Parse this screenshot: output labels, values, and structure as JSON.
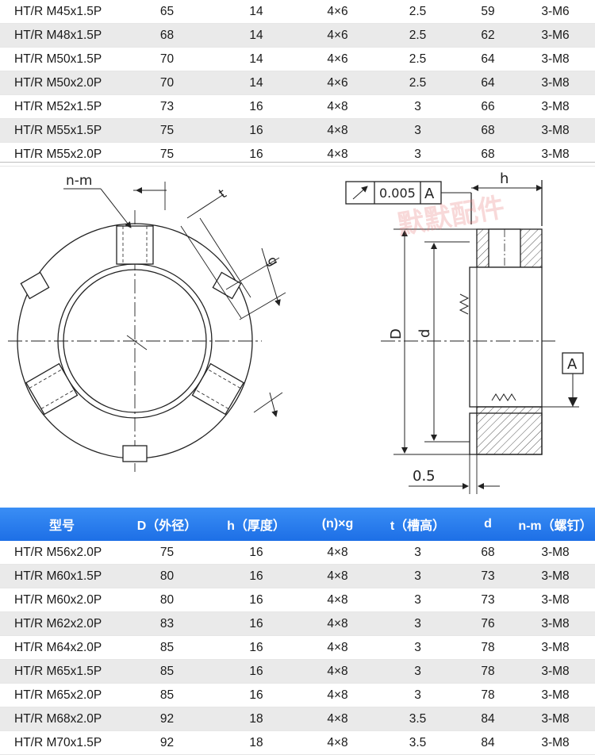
{
  "top_rows": [
    [
      "HT/R M45x1.5P",
      "65",
      "14",
      "4×6",
      "2.5",
      "59",
      "3-M6"
    ],
    [
      "HT/R M48x1.5P",
      "68",
      "14",
      "4×6",
      "2.5",
      "62",
      "3-M6"
    ],
    [
      "HT/R M50x1.5P",
      "70",
      "14",
      "4×6",
      "2.5",
      "64",
      "3-M8"
    ],
    [
      "HT/R M50x2.0P",
      "70",
      "14",
      "4×6",
      "2.5",
      "64",
      "3-M8"
    ],
    [
      "HT/R M52x1.5P",
      "73",
      "16",
      "4×8",
      "3",
      "66",
      "3-M8"
    ],
    [
      "HT/R M55x1.5P",
      "75",
      "16",
      "4×8",
      "3",
      "68",
      "3-M8"
    ],
    [
      "HT/R M55x2.0P",
      "75",
      "16",
      "4×8",
      "3",
      "68",
      "3-M8"
    ]
  ],
  "header": [
    "型号",
    "D（外径）",
    "h（厚度）",
    "(n)×g",
    "t（槽高）",
    "d",
    "n-m（螺钉）"
  ],
  "bottom_rows": [
    [
      "HT/R M56x2.0P",
      "75",
      "16",
      "4×8",
      "3",
      "68",
      "3-M8"
    ],
    [
      "HT/R M60x1.5P",
      "80",
      "16",
      "4×8",
      "3",
      "73",
      "3-M8"
    ],
    [
      "HT/R M60x2.0P",
      "80",
      "16",
      "4×8",
      "3",
      "73",
      "3-M8"
    ],
    [
      "HT/R M62x2.0P",
      "83",
      "16",
      "4×8",
      "3",
      "76",
      "3-M8"
    ],
    [
      "HT/R M64x2.0P",
      "85",
      "16",
      "4×8",
      "3",
      "78",
      "3-M8"
    ],
    [
      "HT/R M65x1.5P",
      "85",
      "16",
      "4×8",
      "3",
      "78",
      "3-M8"
    ],
    [
      "HT/R M65x2.0P",
      "85",
      "16",
      "4×8",
      "3",
      "78",
      "3-M8"
    ],
    [
      "HT/R M68x2.0P",
      "92",
      "18",
      "4×8",
      "3.5",
      "84",
      "3-M8"
    ],
    [
      "HT/R M70x1.5P",
      "92",
      "18",
      "4×8",
      "3.5",
      "84",
      "3-M8"
    ]
  ],
  "drawing": {
    "label_nm": "n-m",
    "label_t": "t",
    "label_g": "g",
    "label_h": "h",
    "tolerance_value": "0.005",
    "datum": "A",
    "datum_box": "A",
    "label_D": "D",
    "label_d": "d",
    "label_05": "0.5",
    "watermark": "默默配件"
  }
}
